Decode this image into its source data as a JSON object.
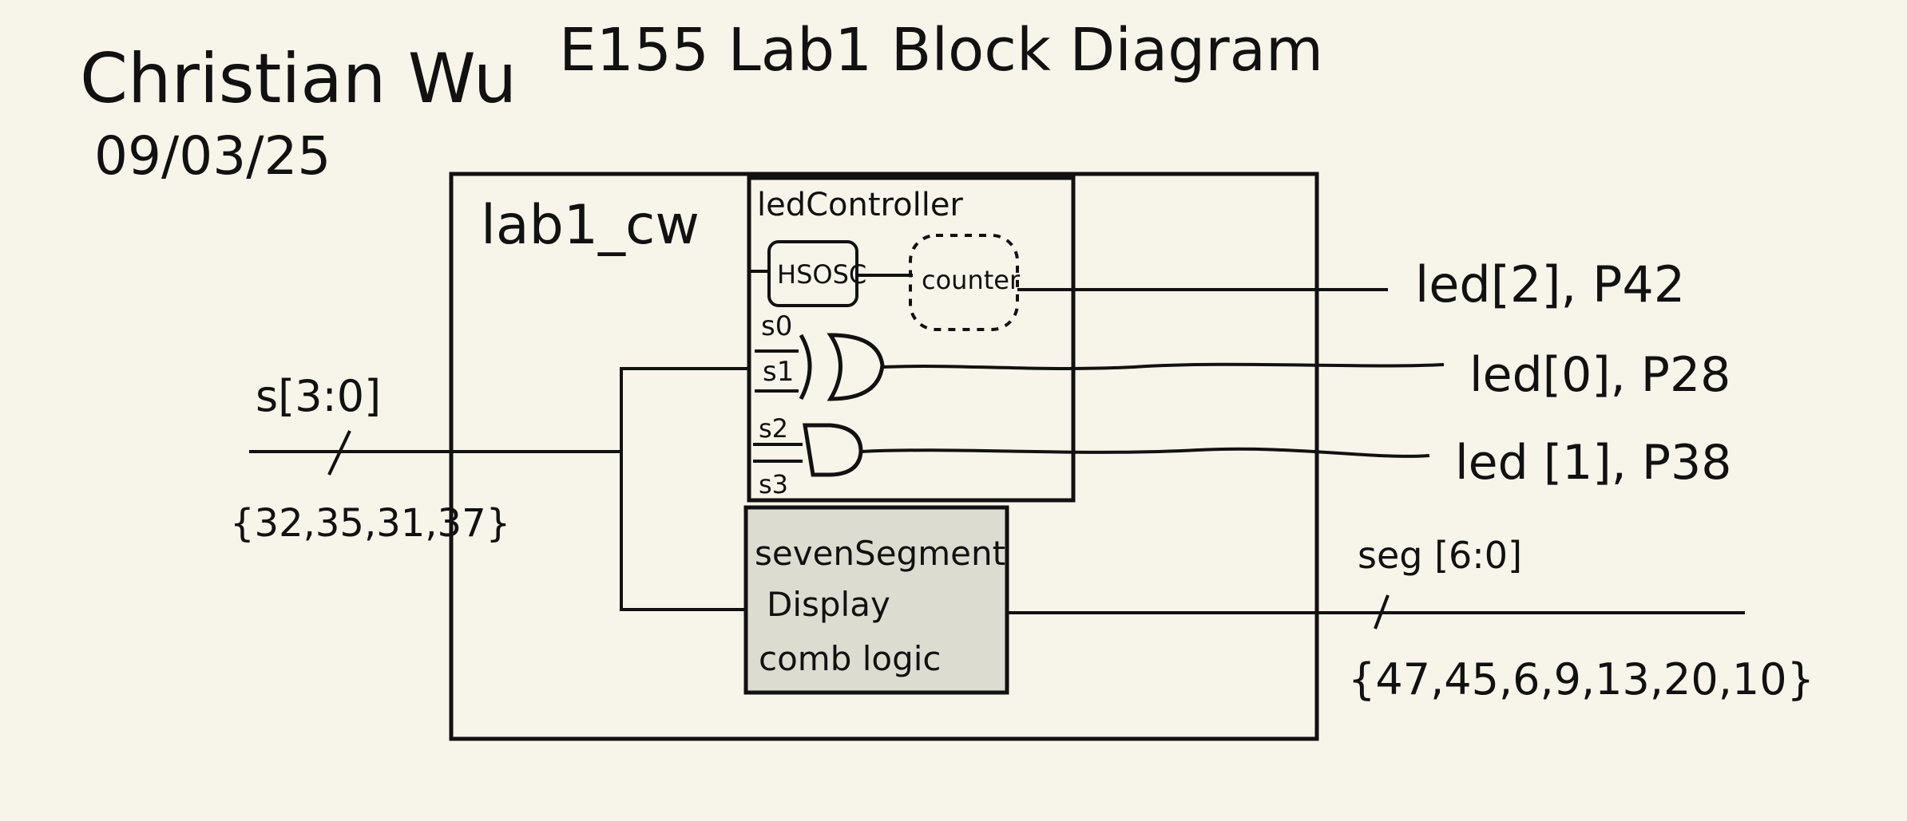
{
  "header": {
    "author": "Christian Wu",
    "date": "09/03/25",
    "title": "E155 Lab1 Block Diagram"
  },
  "top_module": {
    "name": "lab1_cw"
  },
  "led_controller": {
    "name": "ledController",
    "oscillator": "HSOSC",
    "counter": "counter",
    "gate_inputs_a": [
      "s0",
      "s1"
    ],
    "gate_inputs_b": [
      "s2",
      "s3"
    ]
  },
  "seven_segment": {
    "line1": "sevenSegment",
    "line2": "Display",
    "line3": "comb logic"
  },
  "inputs": {
    "switch_bus": "s[3:0]",
    "switch_pins": "{32,35,31,37}"
  },
  "outputs": {
    "led2": "led[2], P42",
    "led0": "led[0], P28",
    "led1": "led [1], P38",
    "seg_bus": "seg [6:0]",
    "seg_pins": "{47,45,6,9,13,20,10}"
  },
  "colors": {
    "background": "#f7f5ea",
    "ink": "#111111",
    "seven_segment_fill": "#dddcd1"
  }
}
